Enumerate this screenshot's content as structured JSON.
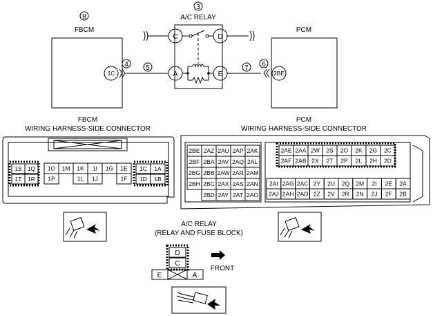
{
  "top": {
    "fbcm": {
      "num": "8",
      "label": "FBCM",
      "pin": "1C",
      "pin_num": "4"
    },
    "relay": {
      "num": "3",
      "label": "A/C RELAY",
      "c": "C",
      "d": "D",
      "a": "A",
      "e": "E"
    },
    "pcm": {
      "label": "PCM",
      "pin": "2BE",
      "pin_num": "6"
    },
    "wire_fbcm": "5",
    "wire_pcm": "7"
  },
  "fbcm_connector": {
    "title_line1": "FBCM",
    "title_line2": "WIRING HARNESS-SIDE CONNECTOR",
    "left_block": [
      [
        "1S",
        "1Q"
      ],
      [
        "1T",
        "1R"
      ]
    ],
    "mid_top": [
      "1O",
      "1M",
      "1K",
      "1I",
      "1G",
      "1E"
    ],
    "mid_bottom": [
      "1P",
      "1L",
      "1J",
      "1F"
    ],
    "right_block": [
      [
        "1C",
        "1A"
      ],
      [
        "1D",
        "1B"
      ]
    ]
  },
  "pcm_connector": {
    "title_line1": "PCM",
    "title_line2": "WIRING HARNESS-SIDE CONNECTOR",
    "left_grid": [
      [
        "2BE",
        "2AZ",
        "2AU",
        "2AP",
        "2AK"
      ],
      [
        "2BF",
        "2BA",
        "2AV",
        "2AQ",
        "2AL"
      ],
      [
        "2BG",
        "2BB",
        "2AW",
        "2AR",
        "2AM"
      ],
      [
        "2BH",
        "2BC",
        "2AX",
        "2AS",
        "2AN"
      ],
      [
        "",
        "2BD",
        "2AY",
        "2AT",
        "2AO"
      ]
    ],
    "right_top": [
      [
        "2AE",
        "2AA",
        "2W",
        "2S",
        "2O",
        "2K",
        "2G",
        "2C"
      ],
      [
        "2AF",
        "2AB",
        "2X",
        "2T",
        "2P",
        "2L",
        "2H",
        "2D"
      ]
    ],
    "right_bottom": [
      [
        "2AI",
        "2AG",
        "2AC",
        "2Y",
        "2U",
        "2Q",
        "2M",
        "2I",
        "2E",
        "2A"
      ],
      [
        "2AJ",
        "2AH",
        "2AD",
        "2Z",
        "2V",
        "2R",
        "2N",
        "2J",
        "2F",
        "2B"
      ]
    ]
  },
  "relay_connector": {
    "title_line1": "A/C RELAY",
    "title_line2": "(RELAY AND FUSE BLOCK)",
    "d": "D",
    "c": "C",
    "e": "E",
    "a": "A",
    "front": "FRONT"
  }
}
